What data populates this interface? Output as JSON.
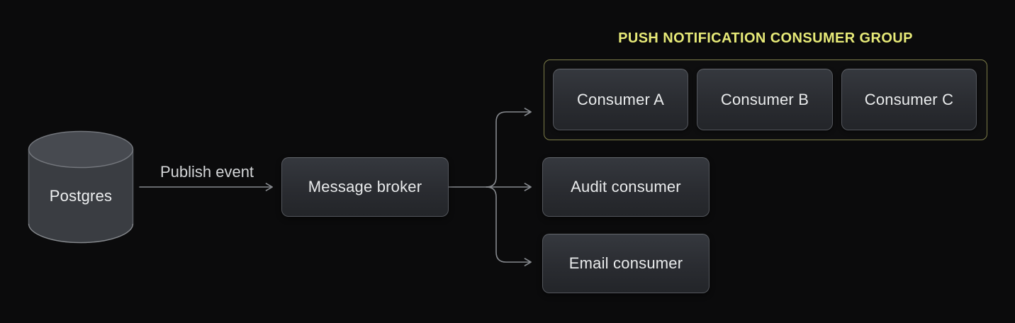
{
  "diagram": {
    "background_color": "#0b0b0c",
    "nodes": {
      "postgres": {
        "label": "Postgres",
        "shape": "database-cylinder"
      },
      "message_broker": {
        "label": "Message broker"
      },
      "audit_consumer": {
        "label": "Audit consumer"
      },
      "email_consumer": {
        "label": "Email consumer"
      }
    },
    "consumer_group": {
      "title": "PUSH NOTIFICATION CONSUMER GROUP",
      "title_color": "#e7ea78",
      "border_color": "#7d7d49",
      "consumers": [
        {
          "label": "Consumer A"
        },
        {
          "label": "Consumer B"
        },
        {
          "label": "Consumer C"
        }
      ]
    },
    "edges": {
      "publish_event_label": "Publish event",
      "line_color": "#86898e",
      "connections": [
        "postgres -> message_broker (Publish event)",
        "message_broker -> consumer_group",
        "message_broker -> audit_consumer",
        "message_broker -> email_consumer"
      ]
    },
    "node_style_colors": {
      "fill_top": "#35383e",
      "fill_bottom": "#232529",
      "border": "#54575d",
      "text": "#e9ebec"
    }
  }
}
